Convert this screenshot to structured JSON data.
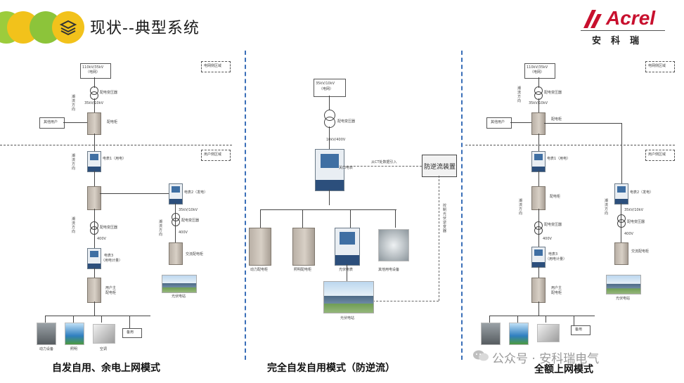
{
  "header": {
    "title": "现状--典型系统",
    "logo_word": "Acrel",
    "logo_cn": "安科瑞"
  },
  "left": {
    "grid_source": "110kV/35kV",
    "grid_source_sub": "（电网）",
    "grid_zone": "电网侧区域",
    "user_zone": "用户侧区域",
    "flow_dir_1": "潮流方向",
    "transformer_1": "配电变压器",
    "voltage_1": "35kV/10kV",
    "other_user": "其他用户",
    "dist_cabinet": "配电柜",
    "flow_dir_2": "潮流方向",
    "meter_1": "电表1（用电）",
    "meter_2": "电表2（发电）",
    "voltage_2": "35kV/10kV",
    "transformer_2": "配电变压器",
    "flow_dir_3": "潮流方向",
    "transformer_3": "配电变压器",
    "v400_a": "400V",
    "v400_b": "400V",
    "meter_3": "电表3",
    "meter_3_sub": "（用电计量）",
    "ac_cabinet": "交流配电柜",
    "user_cabinet_a": "用户主",
    "user_cabinet_b": "配电柜",
    "pv_station": "光伏电站",
    "spare": "备用",
    "load_power": "动力设备",
    "load_light": "照明",
    "load_ac": "空调",
    "caption": "自发自用、余电上网模式"
  },
  "middle": {
    "grid_source": "35kV/10kV",
    "grid_source_sub": "（电网）",
    "transformer": "配电变压器",
    "voltage": "10kV/400V",
    "meter": "关口电表",
    "ct_note": "从CT处数据引入",
    "anti_reflux": "防逆流装置",
    "control_note": "控制光伏逆变器",
    "power_cabinet": "动力配电柜",
    "light_cabinet": "照明配电柜",
    "pv_meter": "光伏电表",
    "other_equip": "其他用电设备",
    "pv_station": "光伏电站",
    "caption": "完全自发自用模式（防逆流）"
  },
  "right": {
    "grid_source": "110kV/35kV",
    "grid_source_sub": "（电网）",
    "grid_zone": "电网侧区域",
    "user_zone": "用户侧区域",
    "flow_dir_1": "潮流方向",
    "transformer_1": "配电变压器",
    "voltage_1": "35kV/10kV",
    "other_user": "其他用户",
    "dist_cabinet": "配电柜",
    "meter_1": "电表1（用电）",
    "meter_2": "电表2（发电）",
    "flow_dir_2": "潮流方向",
    "flow_dir_3": "潮流方向",
    "voltage_2": "35kV/10kV",
    "transformer_2": "配电变压器",
    "transformer_3": "配电变压器",
    "v400_a": "400V",
    "v400_b": "400V",
    "meter_3": "电表3",
    "meter_3_sub": "（用电计量）",
    "ac_cabinet": "交流配电柜",
    "user_cabinet_a": "用户主",
    "user_cabinet_b": "配电柜",
    "pv_station": "光伏电站",
    "spare": "备用",
    "caption": "全额上网模式"
  },
  "watermark": "公众号 · 安科瑞电气",
  "colors": {
    "circle_green": "#9ccc3c",
    "circle_yellow": "#f2c21b",
    "separator_blue": "#3a6fb8",
    "logo_red": "#c8102e"
  }
}
